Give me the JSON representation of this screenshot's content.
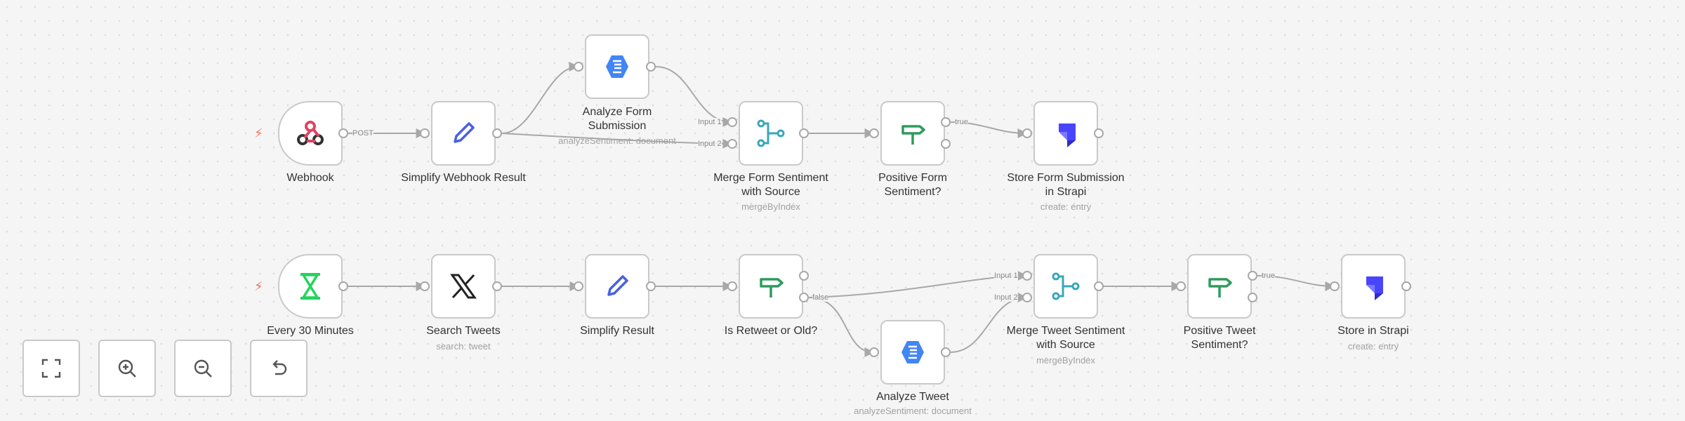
{
  "nodes": {
    "webhook": {
      "label": "Webhook",
      "icon": "webhook-icon",
      "icon_color": "#e04461"
    },
    "simplify_webhook": {
      "label": "Simplify Webhook Result",
      "icon": "pencil-icon",
      "icon_color": "#4a61e0"
    },
    "analyze_form": {
      "label_line1": "Analyze Form",
      "label_line2": "Submission",
      "subtitle": "analyzeSentiment: document",
      "icon": "natural-language-icon",
      "icon_color": "#4285f4"
    },
    "merge_form": {
      "label_line1": "Merge Form Sentiment",
      "label_line2": "with Source",
      "subtitle": "mergeByIndex",
      "icon": "merge-icon",
      "icon_color": "#3aa7b8"
    },
    "positive_form": {
      "label_line1": "Positive Form",
      "label_line2": "Sentiment?",
      "icon": "if-signpost-icon",
      "icon_color": "#2e9b5d"
    },
    "store_form": {
      "label_line1": "Store Form Submission",
      "label_line2": "in Strapi",
      "subtitle": "create: entry",
      "icon": "strapi-icon",
      "icon_color": "#4945ff"
    },
    "every_30": {
      "label": "Every 30 Minutes",
      "icon": "hourglass-icon",
      "icon_color": "#21d45c"
    },
    "search_tweets": {
      "label": "Search Tweets",
      "subtitle": "search: tweet",
      "icon": "x-logo-icon",
      "icon_color": "#222222"
    },
    "simplify_result": {
      "label": "Simplify Result",
      "icon": "pencil-icon",
      "icon_color": "#4a61e0"
    },
    "is_retweet": {
      "label": "Is Retweet or Old?",
      "icon": "if-signpost-icon",
      "icon_color": "#2e9b5d"
    },
    "analyze_tweet": {
      "label": "Analyze Tweet",
      "subtitle": "analyzeSentiment: document",
      "icon": "natural-language-icon",
      "icon_color": "#4285f4"
    },
    "merge_tweet": {
      "label_line1": "Merge Tweet Sentiment",
      "label_line2": "with Source",
      "subtitle": "mergeByIndex",
      "icon": "merge-icon",
      "icon_color": "#3aa7b8"
    },
    "positive_tweet": {
      "label_line1": "Positive Tweet",
      "label_line2": "Sentiment?",
      "icon": "if-signpost-icon",
      "icon_color": "#2e9b5d"
    },
    "store_strapi": {
      "label": "Store in Strapi",
      "subtitle": "create: entry",
      "icon": "strapi-icon",
      "icon_color": "#4945ff"
    }
  },
  "edge_labels": {
    "post": "POST",
    "input1_form": "Input 1",
    "input2_form": "Input 2",
    "true_form": "true",
    "false_tweet": "false",
    "input1_tweet": "Input 1",
    "input2_tweet": "Input 2",
    "true_tweet": "true"
  },
  "controls": [
    {
      "name": "fit-view",
      "icon": "fullscreen-icon"
    },
    {
      "name": "zoom-in",
      "icon": "zoom-in-icon"
    },
    {
      "name": "zoom-out",
      "icon": "zoom-out-icon"
    },
    {
      "name": "reset",
      "icon": "undo-icon"
    }
  ],
  "colors": {
    "canvas_bg": "#f5f5f5",
    "edge": "#a8a8a8",
    "trigger_bolt": "#ff6d5a"
  }
}
